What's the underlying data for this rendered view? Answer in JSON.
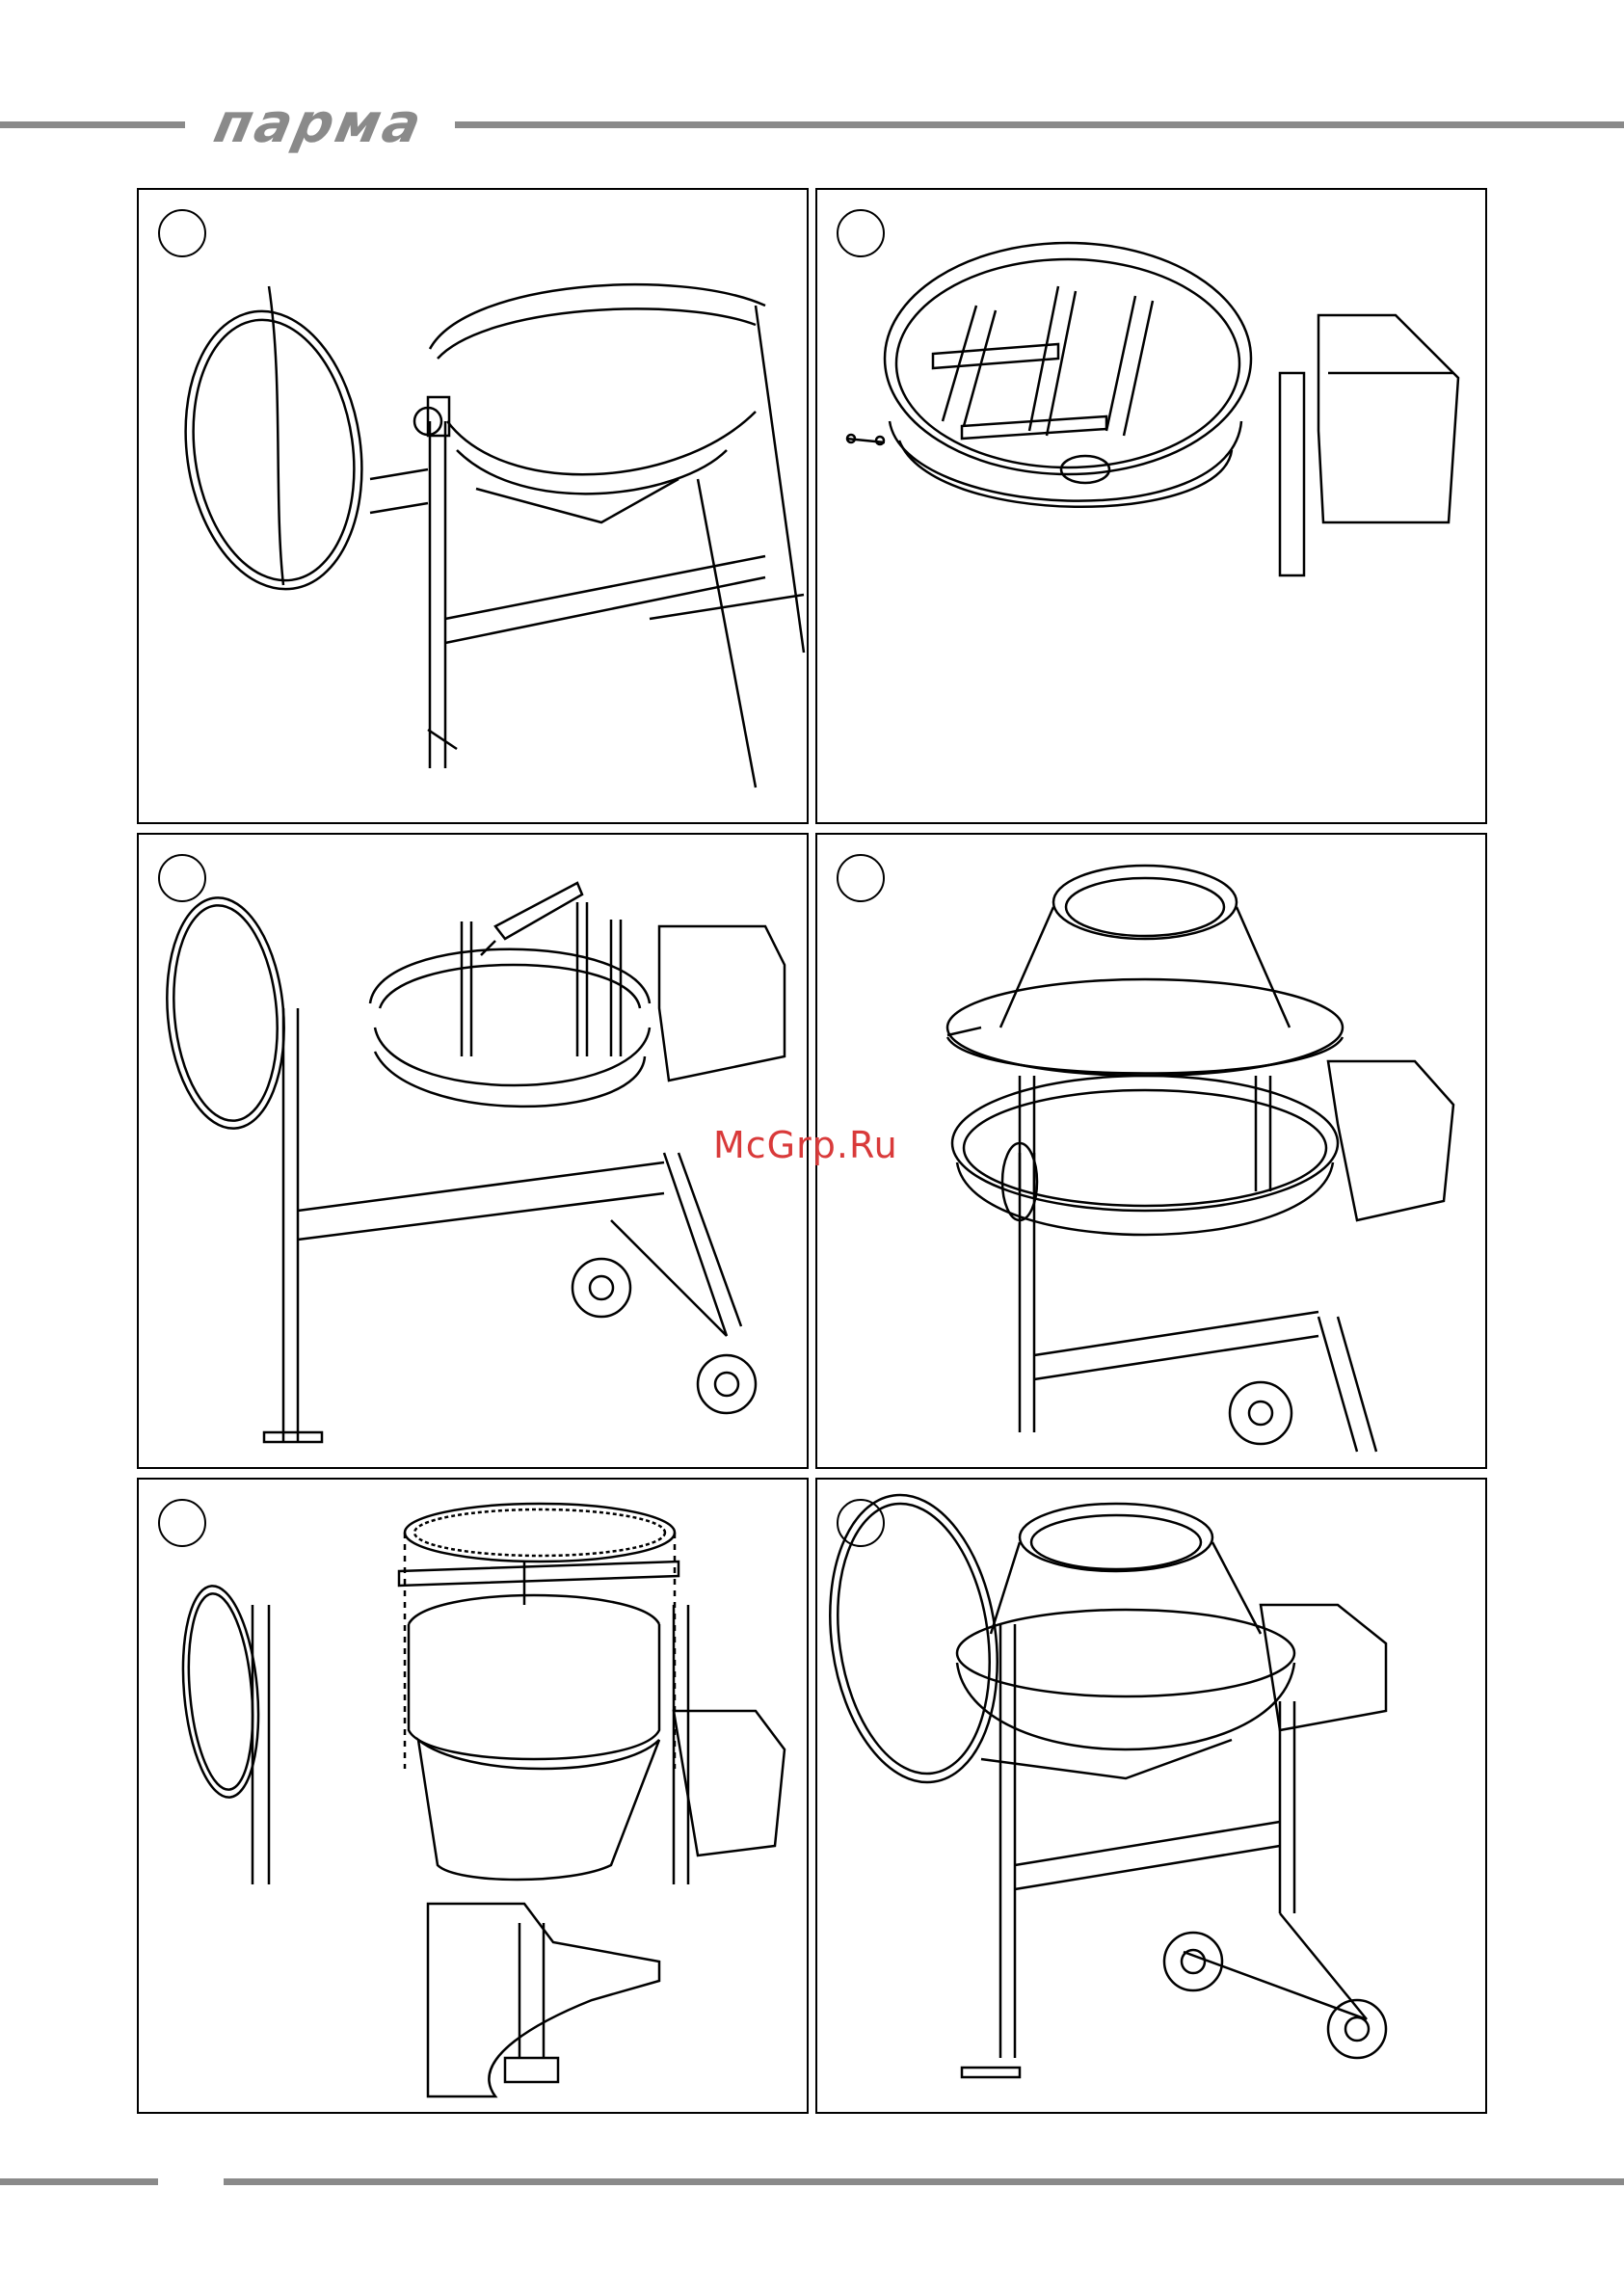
{
  "header": {
    "brand": "парма"
  },
  "watermark": "McGrp.Ru",
  "panels": [
    {
      "id": "mount-handwheel"
    },
    {
      "id": "install-drum-blades"
    },
    {
      "id": "apply-sealant"
    },
    {
      "id": "attach-drum-top"
    },
    {
      "id": "install-gear-ring"
    },
    {
      "id": "assembled-mixer"
    }
  ],
  "colors": {
    "rule": "#8a8a8a",
    "ink": "#000000",
    "watermark": "#d93a3a"
  }
}
